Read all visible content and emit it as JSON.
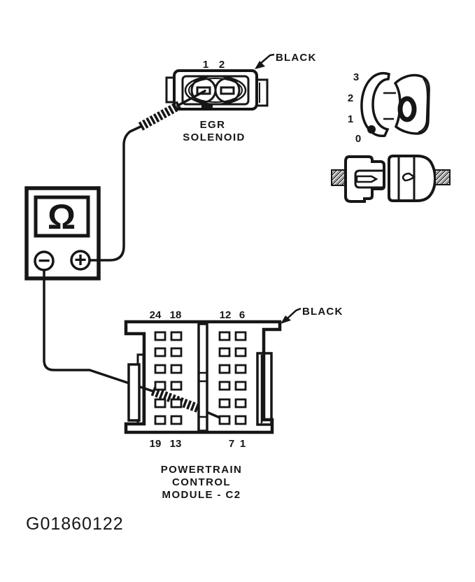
{
  "figure": {
    "id": "G01860122"
  },
  "egr_connector": {
    "caption_line1": "EGR",
    "caption_line2": "SOLENOID",
    "color_label": "BLACK",
    "pin_labels": [
      "1",
      "2"
    ]
  },
  "pcm_connector": {
    "caption_line1": "POWERTRAIN",
    "caption_line2": "CONTROL",
    "caption_line3": "MODULE - C2",
    "color_label": "BLACK",
    "top_pin_labels": [
      "24",
      "18",
      "12",
      "6"
    ],
    "bottom_pin_labels": [
      "19",
      "13",
      "7",
      "1"
    ]
  },
  "meter": {
    "display_symbol": "Ω",
    "negative_terminal": "−",
    "positive_terminal": "+"
  },
  "terminal_end_view": {
    "scale_labels": [
      "3",
      "2",
      "1",
      "0"
    ]
  },
  "colors": {
    "ink": "#161616",
    "background": "#ffffff"
  }
}
